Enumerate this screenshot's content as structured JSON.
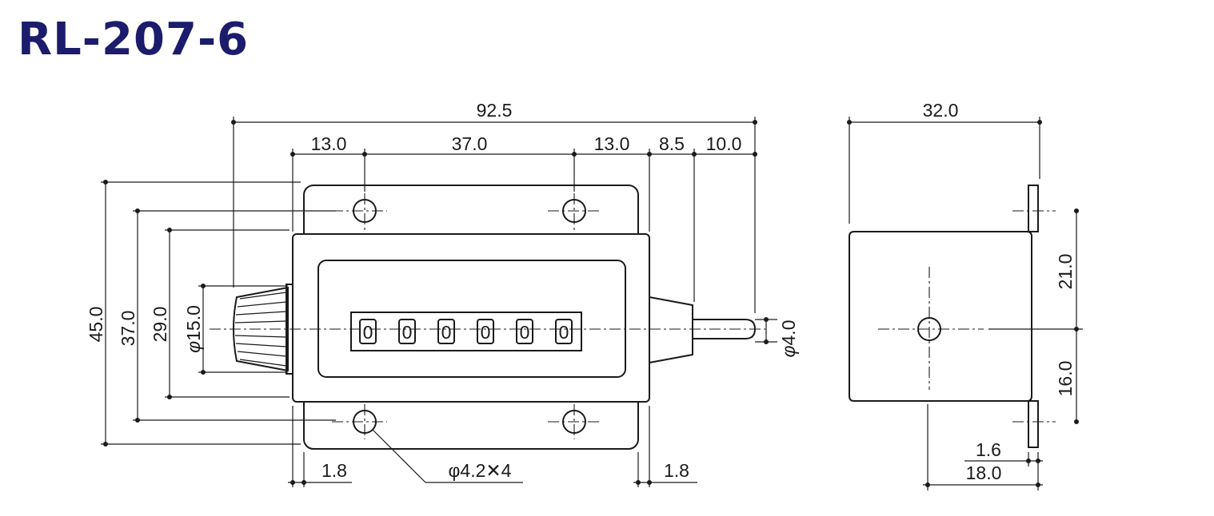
{
  "title": "RL-207-6",
  "colors": {
    "title": "#1b1c6b",
    "line": "#1a1a1a",
    "background": "#ffffff"
  },
  "counter_display": {
    "digits": [
      "0",
      "0",
      "0",
      "0",
      "0",
      "0"
    ]
  },
  "front_view": {
    "overall_length": "92.5",
    "top_segments": [
      "13.0",
      "37.0",
      "13.0",
      "8.5",
      "10.0"
    ],
    "height_total": "45.0",
    "hole_pitch_vertical": "37.0",
    "body_height": "29.0",
    "knob_diameter": "15.0",
    "shaft_diameter": "4.0",
    "diameter_symbol": "φ",
    "flange_offset_left": "1.8",
    "flange_offset_right": "1.8",
    "hole_callout": "φ4.2✕4"
  },
  "side_view": {
    "width": "32.0",
    "upper": "21.0",
    "lower": "16.0",
    "flange_thickness": "1.6",
    "depth": "18.0"
  }
}
